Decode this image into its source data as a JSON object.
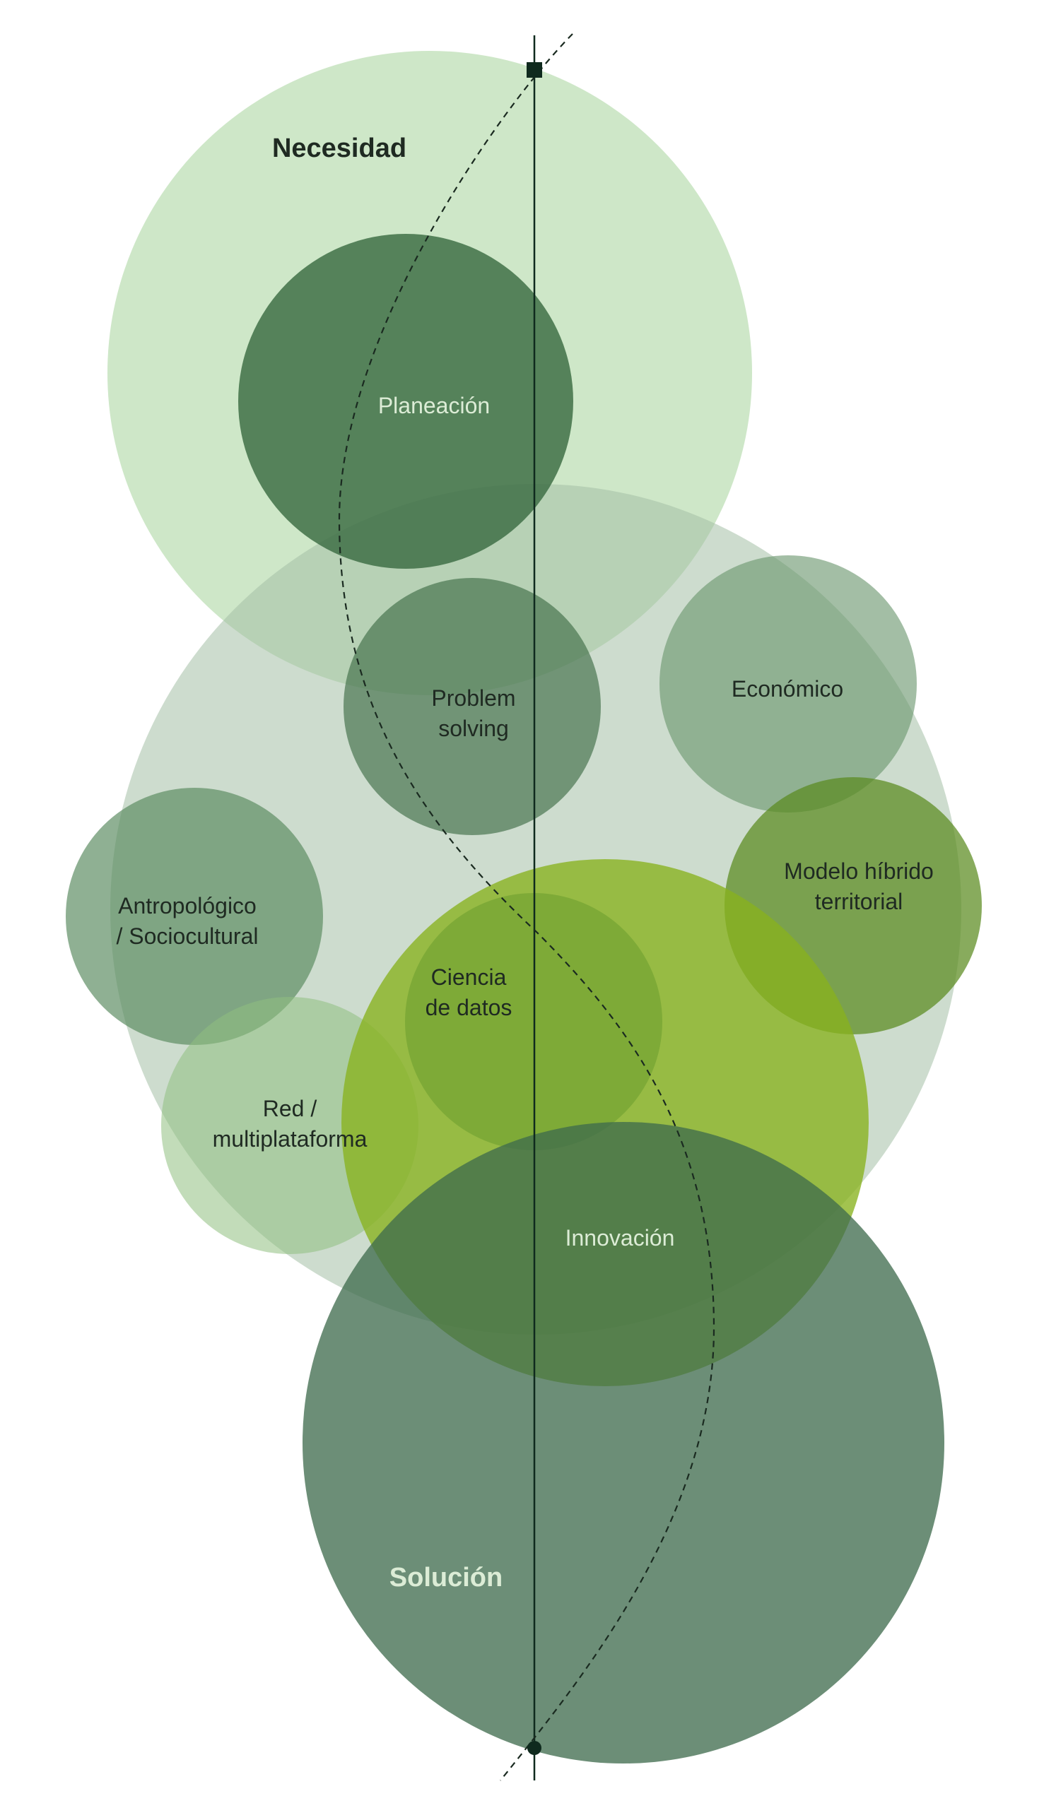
{
  "diagram": {
    "nodes": {
      "necesidad": {
        "label": "Necesidad",
        "color": "#b9dcb0"
      },
      "planeacion": {
        "label": "Planeación",
        "color": "#3f6f44"
      },
      "contexto": {
        "label": "",
        "color": "#a9c2aa"
      },
      "problem_solving": {
        "label_line1": "Problem",
        "label_line2": "solving",
        "color": "#4f7a55"
      },
      "economico": {
        "label": "Económico",
        "color": "#6f9a73"
      },
      "modelo_hibrido": {
        "label_line1": "Modelo híbrido",
        "label_line2": "territorial",
        "color": "#5e8a2a"
      },
      "antropologico": {
        "label_line1": "Antropológico",
        "label_line2": "/ Sociocultural",
        "color": "#5f8e64"
      },
      "ciencia_datos": {
        "label_line1": "Ciencia",
        "label_line2": "de datos",
        "color": "#6e9e38"
      },
      "red": {
        "label_line1": "Red /",
        "label_line2": "multiplataforma",
        "color": "#9cc88e"
      },
      "innovacion_area": {
        "label": "",
        "color": "#8db52a"
      },
      "innovacion": {
        "label": "Innovación",
        "color": "#2f5a18"
      },
      "solucion": {
        "label": "Solución",
        "color": "#4d735a"
      }
    },
    "colors": {
      "axis": "#0f2a1e",
      "path": "#1a2a20",
      "marker": "#0f2a1e"
    }
  }
}
